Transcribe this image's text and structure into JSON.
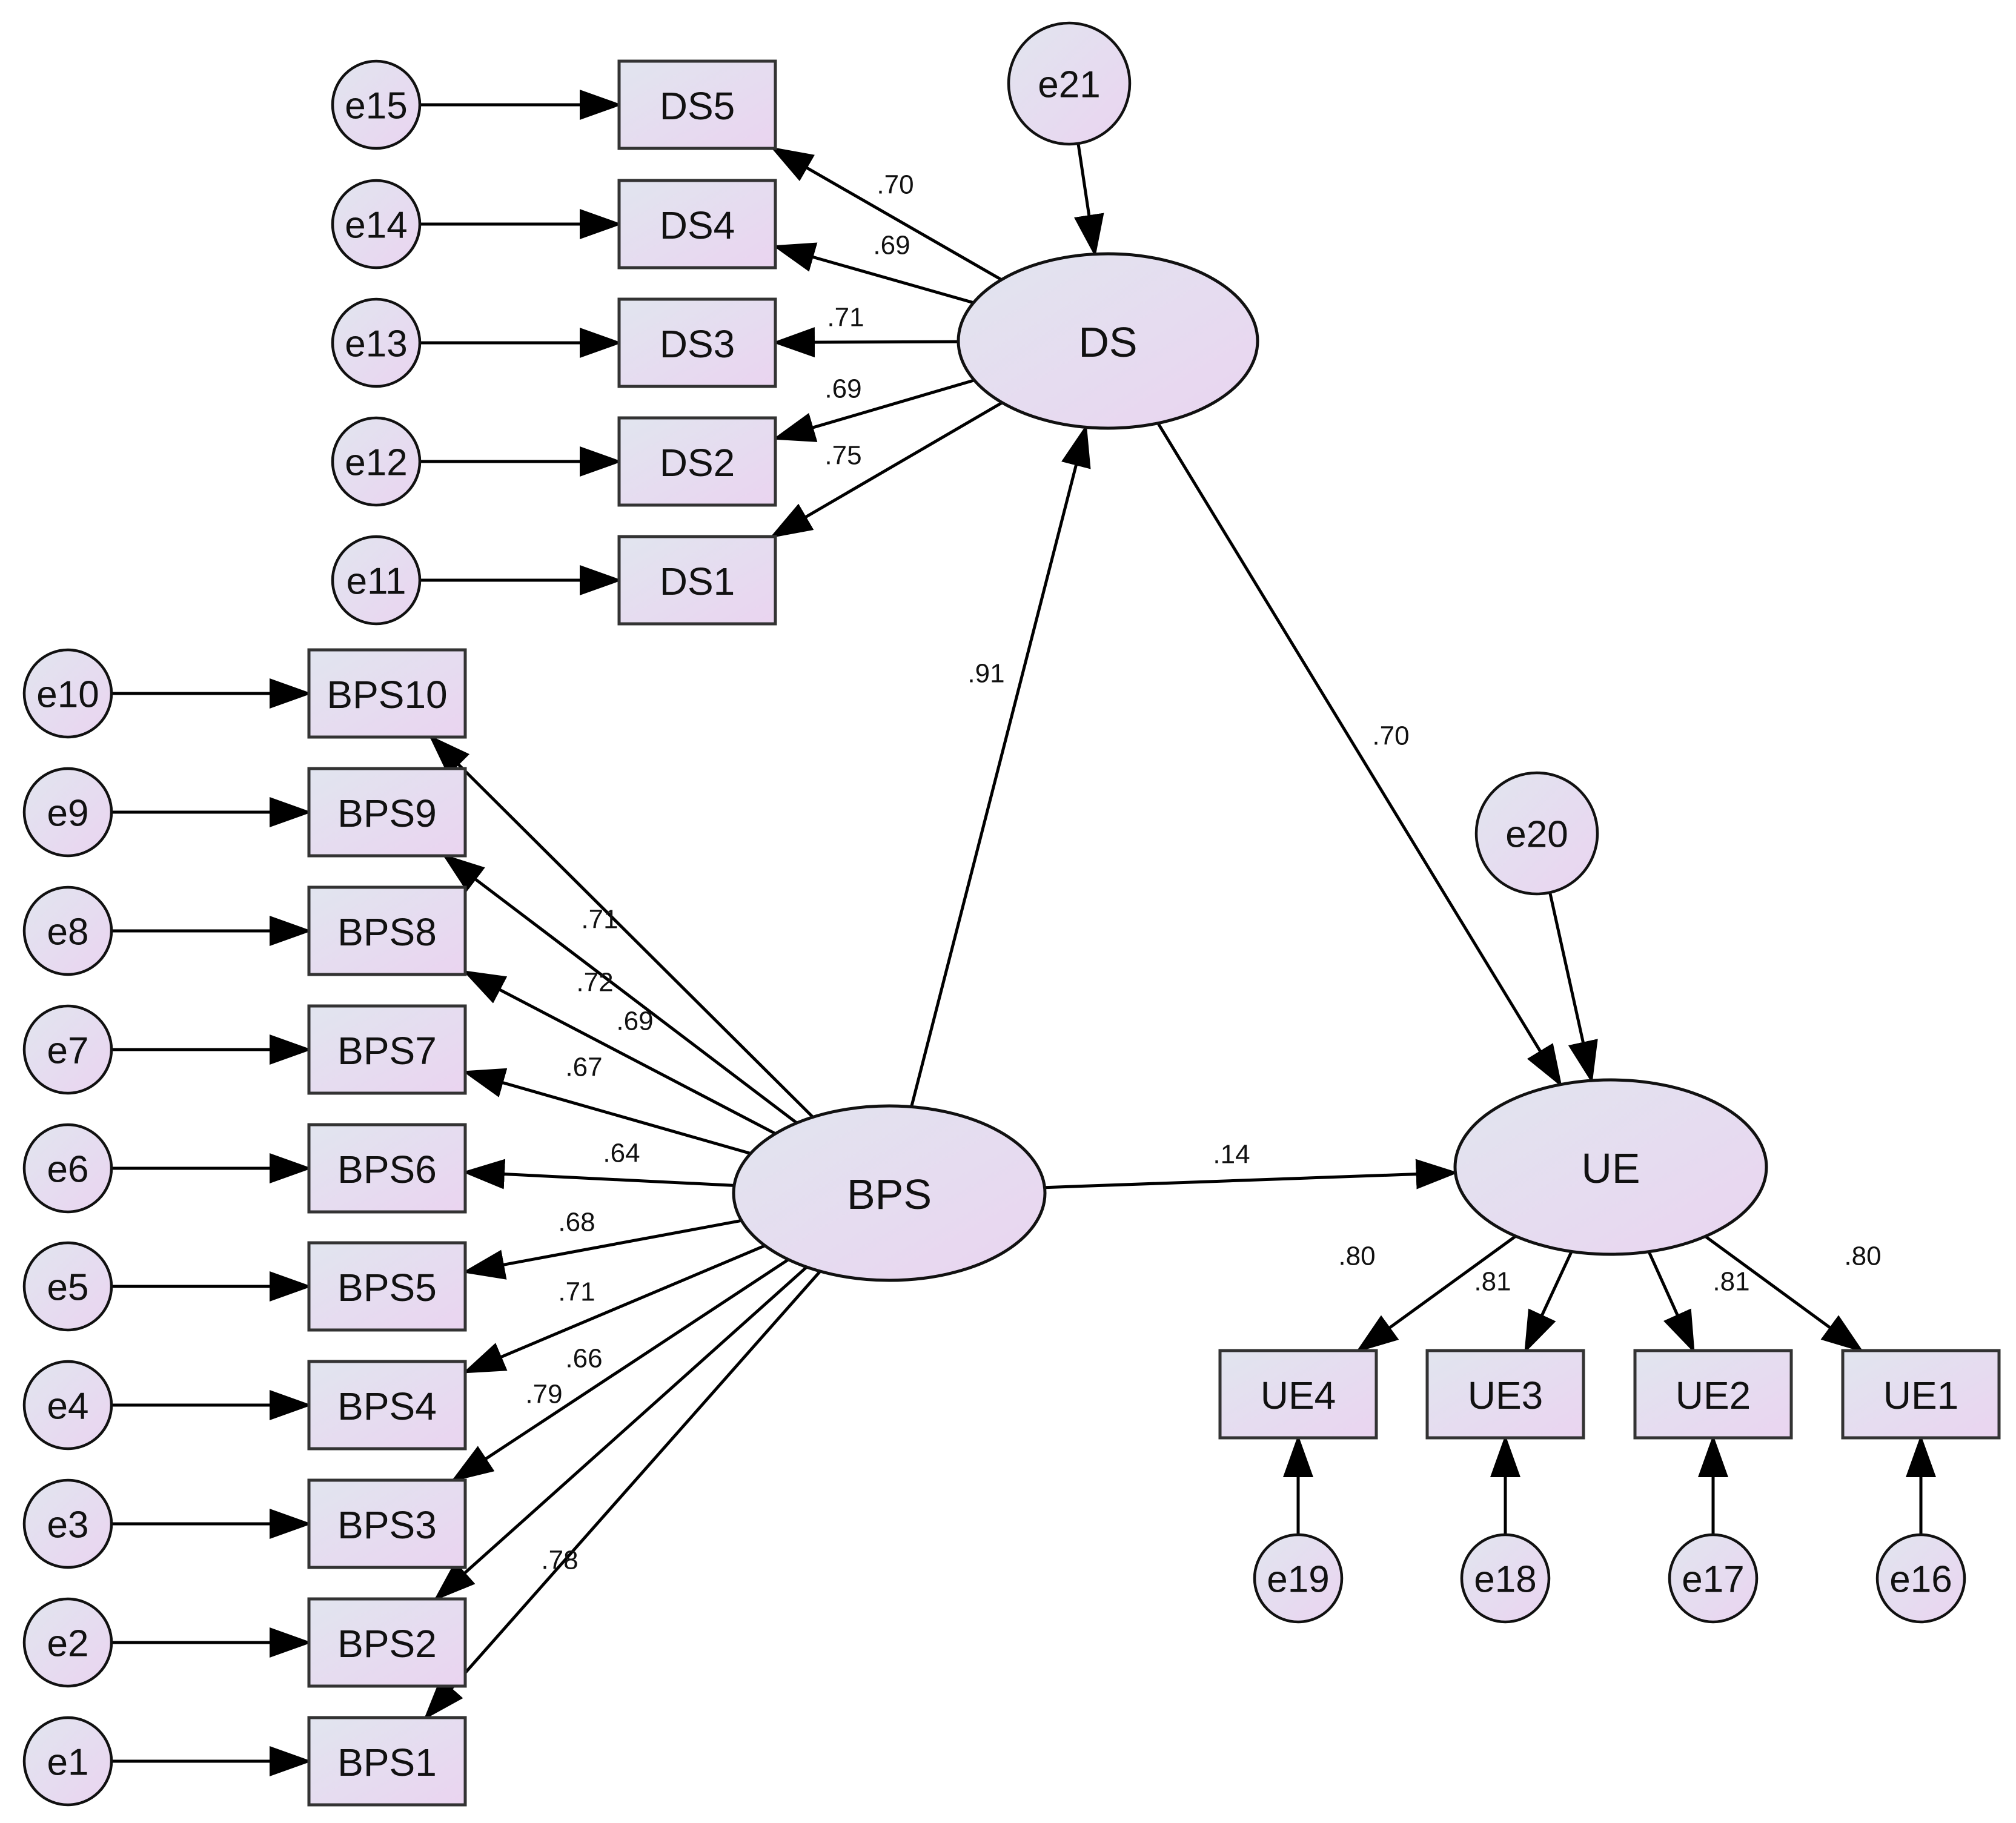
{
  "colors": {
    "fill_start": "#e1e5ef",
    "fill_end": "#ead4f0",
    "stroke": "#000000"
  },
  "latents": [
    {
      "id": "DS",
      "label": "DS"
    },
    {
      "id": "BPS",
      "label": "BPS"
    },
    {
      "id": "UE",
      "label": "UE"
    }
  ],
  "indicators": [
    {
      "id": "DS5",
      "label": "DS5"
    },
    {
      "id": "DS4",
      "label": "DS4"
    },
    {
      "id": "DS3",
      "label": "DS3"
    },
    {
      "id": "DS2",
      "label": "DS2"
    },
    {
      "id": "DS1",
      "label": "DS1"
    },
    {
      "id": "BPS10",
      "label": "BPS10"
    },
    {
      "id": "BPS9",
      "label": "BPS9"
    },
    {
      "id": "BPS8",
      "label": "BPS8"
    },
    {
      "id": "BPS7",
      "label": "BPS7"
    },
    {
      "id": "BPS6",
      "label": "BPS6"
    },
    {
      "id": "BPS5",
      "label": "BPS5"
    },
    {
      "id": "BPS4",
      "label": "BPS4"
    },
    {
      "id": "BPS3",
      "label": "BPS3"
    },
    {
      "id": "BPS2",
      "label": "BPS2"
    },
    {
      "id": "BPS1",
      "label": "BPS1"
    },
    {
      "id": "UE4",
      "label": "UE4"
    },
    {
      "id": "UE3",
      "label": "UE3"
    },
    {
      "id": "UE2",
      "label": "UE2"
    },
    {
      "id": "UE1",
      "label": "UE1"
    }
  ],
  "errors": [
    {
      "id": "e15",
      "label": "e15"
    },
    {
      "id": "e14",
      "label": "e14"
    },
    {
      "id": "e13",
      "label": "e13"
    },
    {
      "id": "e12",
      "label": "e12"
    },
    {
      "id": "e11",
      "label": "e11"
    },
    {
      "id": "e10",
      "label": "e10"
    },
    {
      "id": "e9",
      "label": "e9"
    },
    {
      "id": "e8",
      "label": "e8"
    },
    {
      "id": "e7",
      "label": "e7"
    },
    {
      "id": "e6",
      "label": "e6"
    },
    {
      "id": "e5",
      "label": "e5"
    },
    {
      "id": "e4",
      "label": "e4"
    },
    {
      "id": "e3",
      "label": "e3"
    },
    {
      "id": "e2",
      "label": "e2"
    },
    {
      "id": "e1",
      "label": "e1"
    },
    {
      "id": "e19",
      "label": "e19"
    },
    {
      "id": "e18",
      "label": "e18"
    },
    {
      "id": "e17",
      "label": "e17"
    },
    {
      "id": "e16",
      "label": "e16"
    },
    {
      "id": "e21",
      "label": "e21"
    },
    {
      "id": "e20",
      "label": "e20"
    }
  ],
  "paths": [
    {
      "from": "DS",
      "to": "DS5",
      "coef": ".70"
    },
    {
      "from": "DS",
      "to": "DS4",
      "coef": ".69"
    },
    {
      "from": "DS",
      "to": "DS3",
      "coef": ".71"
    },
    {
      "from": "DS",
      "to": "DS2",
      "coef": ".69"
    },
    {
      "from": "DS",
      "to": "DS1",
      "coef": ".75"
    },
    {
      "from": "BPS",
      "to": "BPS10",
      "coef": ".71"
    },
    {
      "from": "BPS",
      "to": "BPS9",
      "coef": ".72"
    },
    {
      "from": "BPS",
      "to": "BPS8",
      "coef": ".69"
    },
    {
      "from": "BPS",
      "to": "BPS7",
      "coef": ".67"
    },
    {
      "from": "BPS",
      "to": "BPS6",
      "coef": ".64"
    },
    {
      "from": "BPS",
      "to": "BPS5",
      "coef": ".68"
    },
    {
      "from": "BPS",
      "to": "BPS4",
      "coef": ".71"
    },
    {
      "from": "BPS",
      "to": "BPS3",
      "coef": ".66"
    },
    {
      "from": "BPS",
      "to": "BPS2",
      "coef": ".79"
    },
    {
      "from": "BPS",
      "to": "BPS1",
      "coef": ".78"
    },
    {
      "from": "UE",
      "to": "UE4",
      "coef": ".80"
    },
    {
      "from": "UE",
      "to": "UE3",
      "coef": ".81"
    },
    {
      "from": "UE",
      "to": "UE2",
      "coef": ".81"
    },
    {
      "from": "UE",
      "to": "UE1",
      "coef": ".80"
    },
    {
      "from": "BPS",
      "to": "DS",
      "coef": ".91"
    },
    {
      "from": "DS",
      "to": "UE",
      "coef": ".70"
    },
    {
      "from": "BPS",
      "to": "UE",
      "coef": ".14"
    }
  ],
  "error_links": [
    {
      "from": "e15",
      "to": "DS5"
    },
    {
      "from": "e14",
      "to": "DS4"
    },
    {
      "from": "e13",
      "to": "DS3"
    },
    {
      "from": "e12",
      "to": "DS2"
    },
    {
      "from": "e11",
      "to": "DS1"
    },
    {
      "from": "e10",
      "to": "BPS10"
    },
    {
      "from": "e9",
      "to": "BPS9"
    },
    {
      "from": "e8",
      "to": "BPS8"
    },
    {
      "from": "e7",
      "to": "BPS7"
    },
    {
      "from": "e6",
      "to": "BPS6"
    },
    {
      "from": "e5",
      "to": "BPS5"
    },
    {
      "from": "e4",
      "to": "BPS4"
    },
    {
      "from": "e3",
      "to": "BPS3"
    },
    {
      "from": "e2",
      "to": "BPS2"
    },
    {
      "from": "e1",
      "to": "BPS1"
    },
    {
      "from": "e19",
      "to": "UE4"
    },
    {
      "from": "e18",
      "to": "UE3"
    },
    {
      "from": "e17",
      "to": "UE2"
    },
    {
      "from": "e16",
      "to": "UE1"
    },
    {
      "from": "e21",
      "to": "DS"
    },
    {
      "from": "e20",
      "to": "UE"
    }
  ]
}
